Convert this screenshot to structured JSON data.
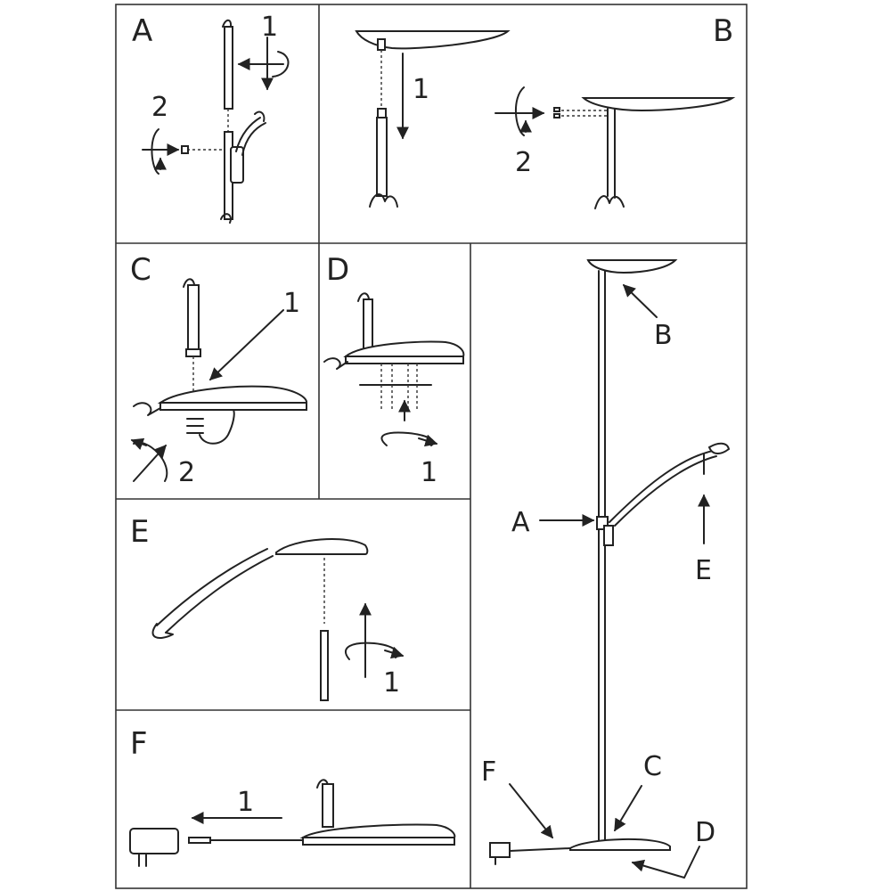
{
  "panels": {
    "A": {
      "letter": "A",
      "steps": [
        "1",
        "2"
      ]
    },
    "B": {
      "letter": "B",
      "steps": [
        "1",
        "2"
      ]
    },
    "C": {
      "letter": "C",
      "steps": [
        "1",
        "2"
      ]
    },
    "D": {
      "letter": "D",
      "steps": [
        "1"
      ]
    },
    "E": {
      "letter": "E",
      "steps": [
        "1"
      ]
    },
    "F": {
      "letter": "F",
      "steps": [
        "1"
      ]
    }
  },
  "callouts": [
    "A",
    "B",
    "C",
    "D",
    "E",
    "F"
  ],
  "colors": {
    "ink": "#222222",
    "background": "#ffffff"
  }
}
